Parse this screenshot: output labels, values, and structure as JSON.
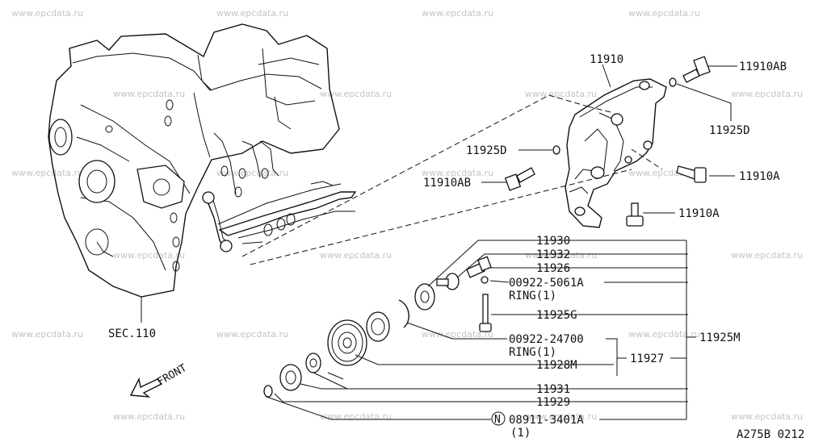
{
  "watermark": "www.epcdata.ru",
  "engine_ref": "SEC.110",
  "front_label": "FRONT",
  "diagram_code": "A275B 0212",
  "bolt_symbol": "N",
  "labels": {
    "p11910": "11910",
    "p11910AB_top": "11910AB",
    "p11925D_right": "11925D",
    "p11925D_left": "11925D",
    "p11910AB_left": "11910AB",
    "p11910A_upper": "11910A",
    "p11910A_lower": "11910A",
    "p11930": "11930",
    "p11932": "11932",
    "p11926": "11926",
    "p00922_5061A": "00922-5061A",
    "ring1_a": "RING(1)",
    "p11925G": "11925G",
    "p11925M": "11925M",
    "p00922_24700": "00922-24700",
    "ring1_b": "RING(1)",
    "p11927": "11927",
    "p11928M": "11928M",
    "p11931": "11931",
    "p11929": "11929",
    "p08911_3401A": "08911-3401A",
    "qty1": "(1)"
  }
}
